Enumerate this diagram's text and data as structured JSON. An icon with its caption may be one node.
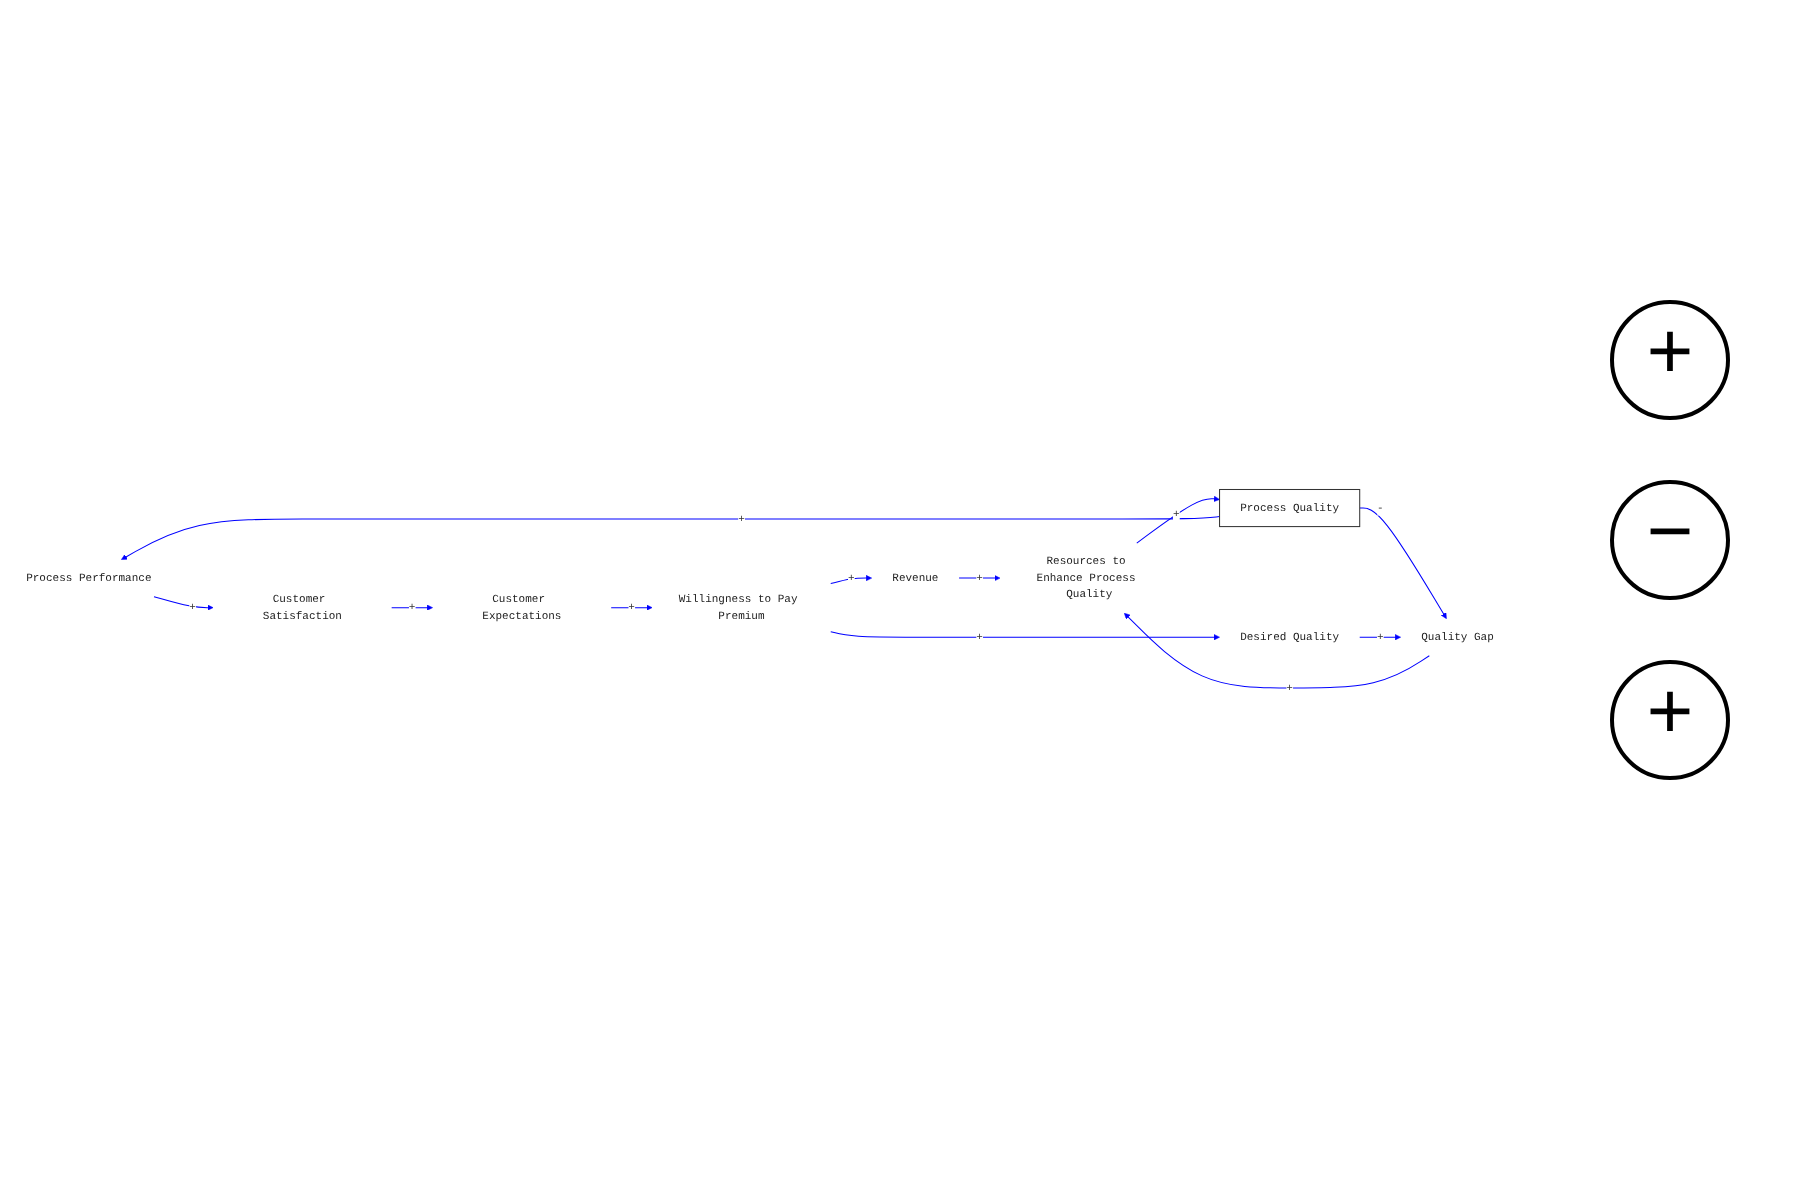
{
  "diagram": {
    "nodes": [
      {
        "text": [
          "Process Performance"
        ]
      },
      {
        "text": [
          "Customer Satisfaction"
        ]
      },
      {
        "text": [
          "Process Quality"
        ]
      },
      {
        "text": [
          "Customer Expectations"
        ]
      },
      {
        "text": [
          "Quality Gap"
        ]
      },
      {
        "text": [
          "Resources to Enhance Process Quality"
        ]
      },
      {
        "text": [
          "Willingness to Pay Premium"
        ]
      },
      {
        "text": [
          "Revenue"
        ]
      },
      {
        "text": [
          "Desired Quality"
        ]
      }
    ],
    "edges": [
      {
        "from": 0,
        "to": 1,
        "arrow": "to",
        "label": "+"
      },
      {
        "from": 1,
        "to": 3,
        "arrow": "to",
        "label": "+"
      },
      {
        "from": 3,
        "to": 6,
        "arrow": "to",
        "label": "+"
      },
      {
        "from": 6,
        "to": 7,
        "arrow": "to",
        "label": "+"
      },
      {
        "from": 6,
        "to": 8,
        "arrow": "to",
        "label": "+"
      },
      {
        "from": 7,
        "to": 5,
        "arrow": "to",
        "label": "+"
      },
      {
        "from": 5,
        "to": 2,
        "arrow": "to",
        "label": "+"
      },
      {
        "from": 2,
        "to": 0,
        "arrow": "to",
        "label": "+"
      },
      {
        "from": 2,
        "to": 4,
        "arrow": "to",
        "label": "-"
      },
      {
        "from": 8,
        "to": 4,
        "arrow": "to",
        "label": "+"
      },
      {
        "from": 4,
        "to": 5,
        "arrow": "to",
        "label": "+"
      }
    ],
    "labels": [
      "+",
      "−",
      "+"
    ]
  }
}
